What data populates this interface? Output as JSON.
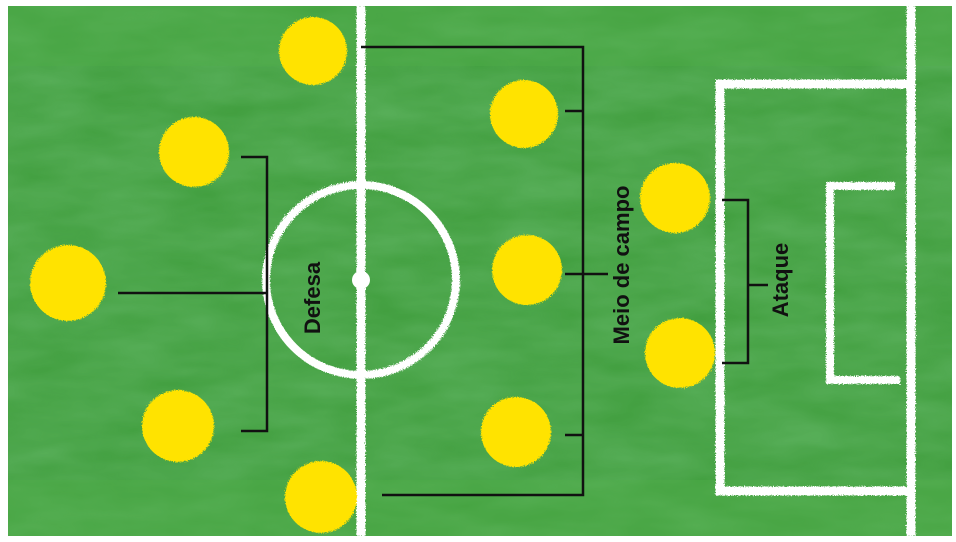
{
  "labels": {
    "defense": "Defesa",
    "midfield": "Meio de campo",
    "attack": "Ataque"
  },
  "colors": {
    "field_green": "#3a9a3a",
    "field_green_dark": "#2e8a35",
    "field_green_light": "#58b148",
    "line_white": "#ffffff",
    "player_yellow": "#ffe000",
    "bracket_black": "#111111"
  },
  "icons": {
    "player": "yellow-circle-player-icon"
  }
}
